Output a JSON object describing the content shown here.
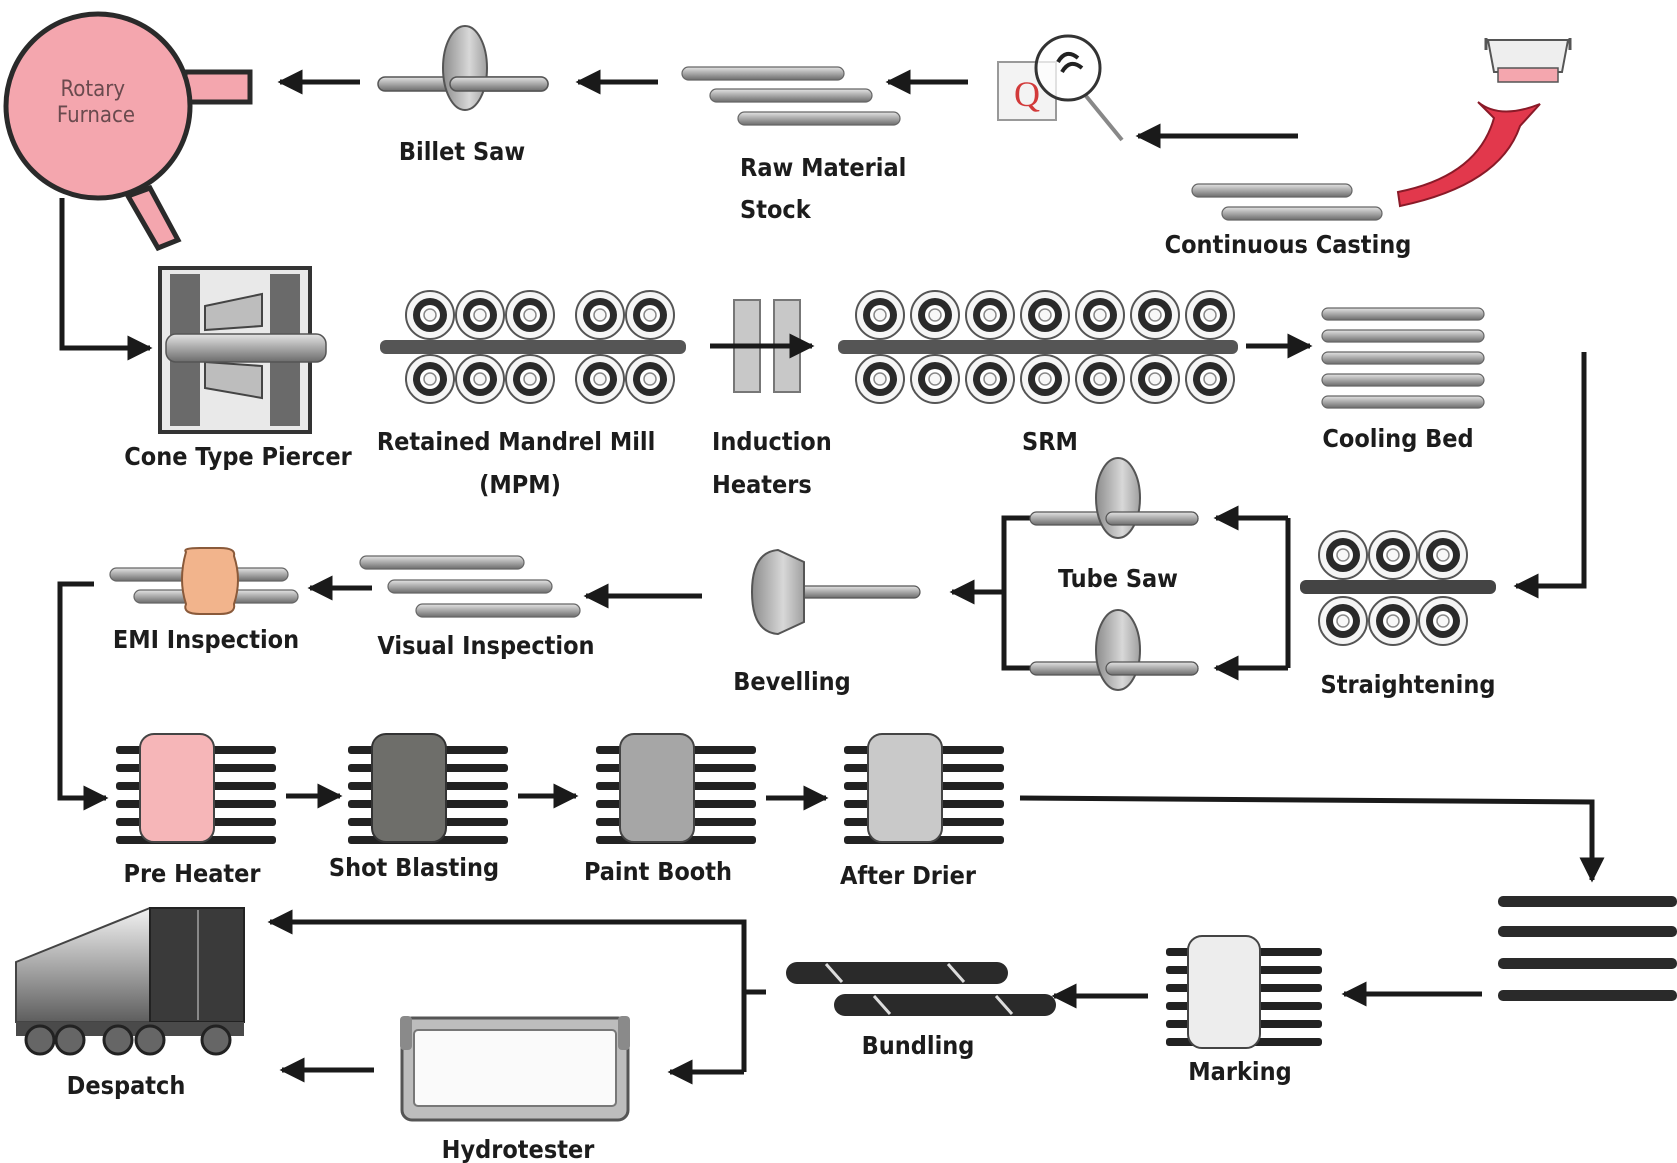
{
  "stages": {
    "rotary_furnace": [
      "Rotary",
      "Furnace"
    ],
    "billet_saw": "Billet Saw",
    "raw_material_stock": [
      "Raw Material",
      "Stock"
    ],
    "continuous_casting": "Continuous Casting",
    "cone_type_piercer": "Cone Type Piercer",
    "retained_mandrel_mill": [
      "Retained Mandrel Mill",
      "(MPM)"
    ],
    "induction_heaters": [
      "Induction",
      "Heaters"
    ],
    "srm": "SRM",
    "cooling_bed": "Cooling Bed",
    "tube_saw": "Tube Saw",
    "straightening": "Straightening",
    "bevelling": "Bevelling",
    "visual_inspection": "Visual Inspection",
    "emi_inspection": "EMI Inspection",
    "pre_heater": "Pre Heater",
    "shot_blasting": "Shot Blasting",
    "paint_booth": "Paint Booth",
    "after_drier": "After Drier",
    "marking": "Marking",
    "bundling": "Bundling",
    "hydrotester": "Hydrotester",
    "despatch": "Despatch"
  },
  "inspection_mark": "Q",
  "colors": {
    "furnace": "#f4a6ae",
    "ladle": "#e2384c",
    "pre_heater": "#f6b6b8",
    "shot_blasting": "#6e6e6a",
    "paint_booth": "#a6a6a6",
    "after_drier": "#c9c9c9",
    "rollers": "#2a2a2a",
    "arrows": "#1a1a1a"
  },
  "icons": [
    "furnace-icon",
    "saw-icon",
    "pipe-stack-icon",
    "magnifier-icon",
    "ladle-icon",
    "piercer-icon",
    "roll-stand-icon",
    "heater-icon",
    "cooling-bed-icon",
    "bevel-icon",
    "coil-icon",
    "oven-icon",
    "truck-icon",
    "tank-icon"
  ]
}
